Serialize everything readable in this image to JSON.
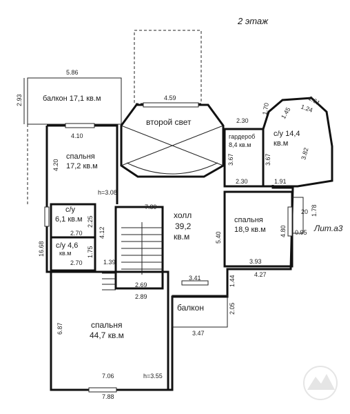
{
  "title": "2 этаж",
  "lit": "Лит.а3",
  "rooms": {
    "balcony_top": "балкон 17,1 кв.м",
    "second_light": "второй свет",
    "wardrobe_name": "гардероб",
    "wardrobe_area": "8,4 кв.м",
    "bath_big_name": "с/у 14,4",
    "bath_big_area": "кв.м",
    "bed1_name": "спальня",
    "bed1_area": "17,2 кв.м",
    "bed2_name": "спальня",
    "bed2_area": "18,9 кв.м",
    "hall_name": "холл",
    "hall_area": "39,2",
    "hall_unit": "кв.м",
    "wc1_name": "с/у",
    "wc1_area": "6,1 кв.м",
    "wc2_name": "с/у 4,6",
    "wc2_area": "кв.м",
    "bed3_name": "спальня",
    "bed3_area": "44,7 кв.м",
    "balcony_bottom": "балкон"
  },
  "dims": {
    "d586": "5.86",
    "d293": "2.93",
    "d459": "4.59",
    "d410": "4.10",
    "d420": "4.20",
    "h308": "h=3.08",
    "d230a": "2.30",
    "d170": "1.70",
    "d145": "1.45",
    "d124": "1.24",
    "d161": "1.61",
    "d367a": "3.67",
    "d367b": "3.67",
    "d382": "3.82",
    "d230b": "2.30",
    "d191": "1.91",
    "d789": "7.89",
    "d20": "20",
    "d178": "1.78",
    "d225": "2.25",
    "d270a": "2.70",
    "d412": "4.12",
    "d540": "5.40",
    "d480": "4.80",
    "d095": "0.95",
    "d1668": "16.68",
    "d175": "1.75",
    "d270b": "2.70",
    "d139": "1.39",
    "d393": "3.93",
    "d427": "4.27",
    "d341": "3.41",
    "d144": "1.44",
    "d269": "2.69",
    "d289": "2.89",
    "d205": "2.05",
    "d687": "6.87",
    "d347": "3.47",
    "d706": "7.06",
    "h355": "h=3.55",
    "d788": "7.88"
  }
}
